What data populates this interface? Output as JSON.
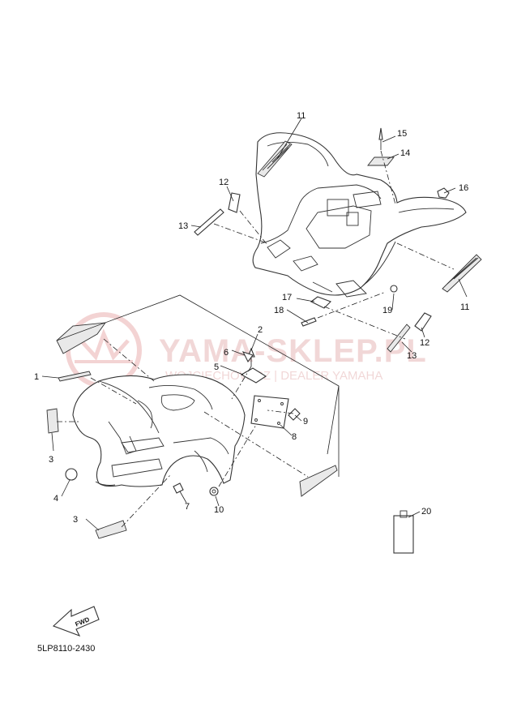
{
  "watermark": {
    "title": "YAMA-SKLEP.PL",
    "subtitle": "WOJCIECHOWICZ | DEALER YAMAHA",
    "color": "#e6b8b8"
  },
  "diagram_code": "5LP8110-2430",
  "fwd_label": "FWD",
  "callouts": {
    "c1": "1",
    "c2": "2",
    "c3a": "3",
    "c3b": "3",
    "c4": "4",
    "c5": "5",
    "c6": "6",
    "c7": "7",
    "c8": "8",
    "c9": "9",
    "c10": "10",
    "c11a": "11",
    "c11b": "11",
    "c12a": "12",
    "c12b": "12",
    "c13a": "13",
    "c13b": "13",
    "c14": "14",
    "c15": "15",
    "c16": "16",
    "c17": "17",
    "c18": "18",
    "c19": "19",
    "c20": "20"
  }
}
